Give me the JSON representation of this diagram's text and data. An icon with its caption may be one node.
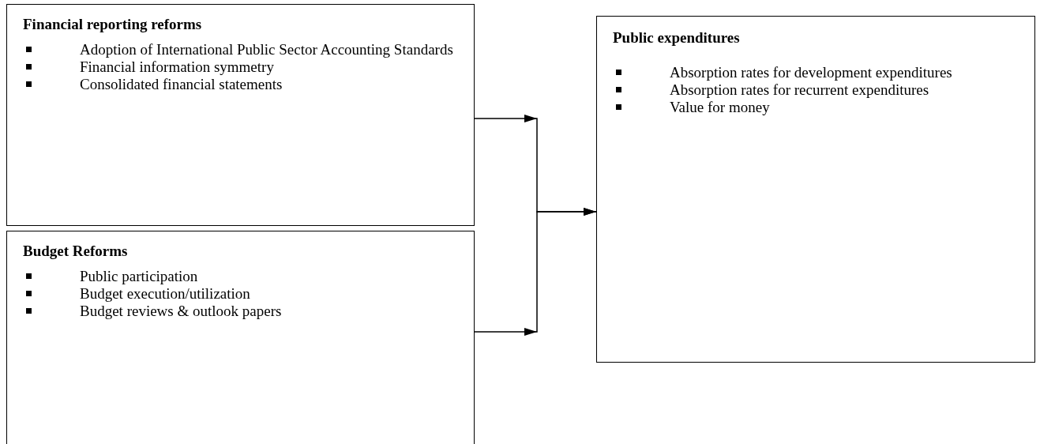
{
  "diagram": {
    "nodes": [
      {
        "text": [
          "Financial reporting reforms",
          "Adoption of International Public Sector Accounting Standards",
          "Financial information symmetry",
          "Consolidated financial statements"
        ]
      },
      {
        "text": [
          "Budget Reforms",
          "Public participation",
          "Budget execution/utilization",
          "Budget reviews & outlook papers"
        ]
      },
      {
        "text": [
          "Public expenditures",
          "Absorption rates for development expenditures",
          "Absorption rates for recurrent expenditures",
          "Value for money"
        ]
      }
    ],
    "edges": [
      {
        "from": 0,
        "to": 2,
        "arrow": "to"
      },
      {
        "from": 1,
        "to": 2,
        "arrow": "to"
      }
    ]
  }
}
